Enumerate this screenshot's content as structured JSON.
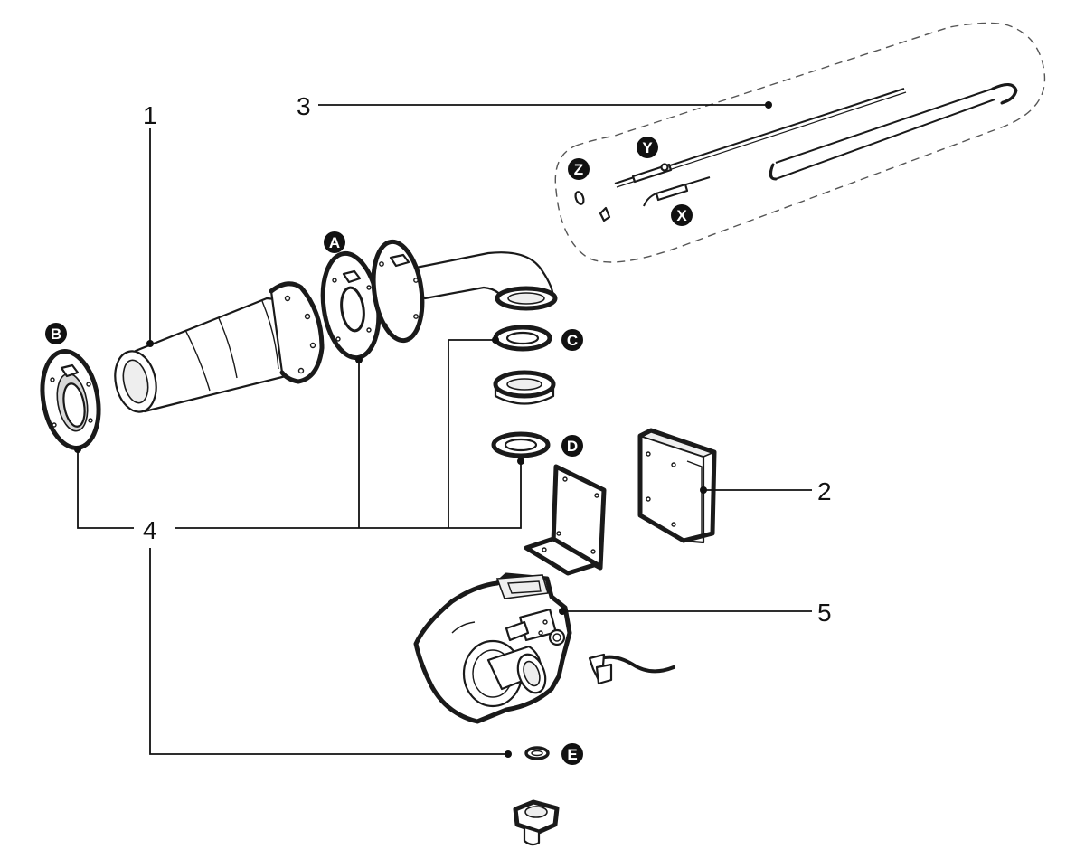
{
  "numbers": {
    "n1": "1",
    "n2": "2",
    "n3": "3",
    "n4": "4",
    "n5": "5"
  },
  "badges": {
    "A": "A",
    "B": "B",
    "C": "C",
    "D": "D",
    "E": "E",
    "X": "X",
    "Y": "Y",
    "Z": "Z"
  },
  "colors": {
    "ink": "#1a1a1a",
    "badge_fill": "#111111",
    "badge_text": "#ffffff",
    "background": "#ffffff"
  }
}
